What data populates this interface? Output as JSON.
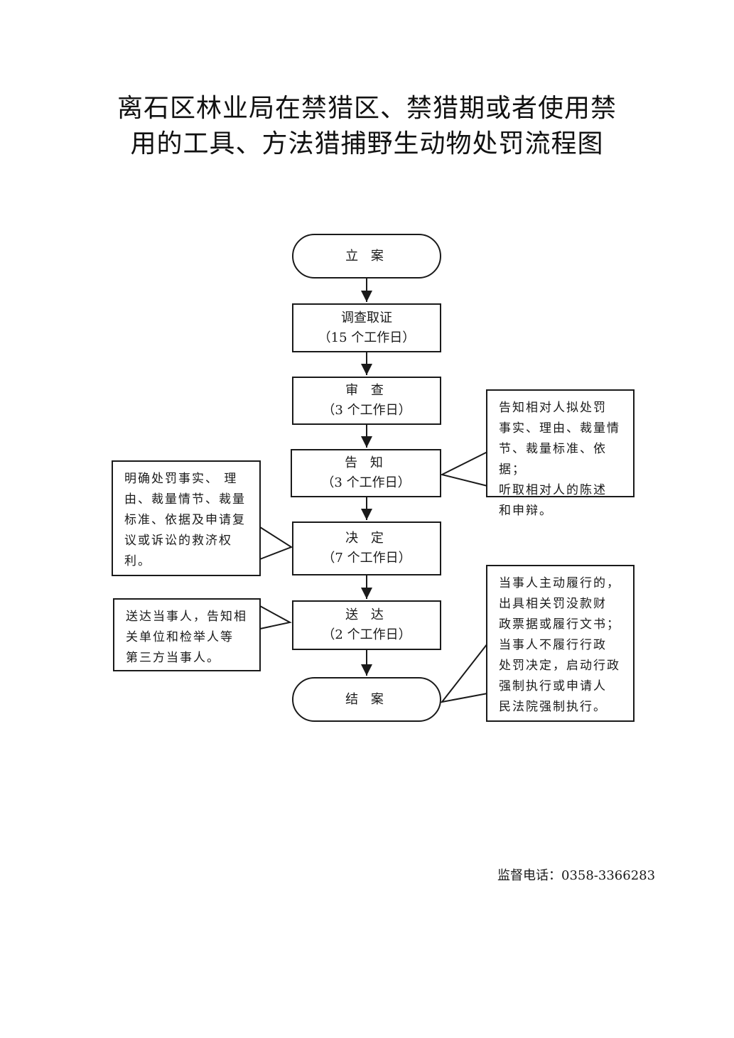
{
  "title": {
    "line1": "离石区林业局在禁猎区、禁猎期或者使用禁",
    "line2": "用的工具、方法猎捕野生动物处罚流程图"
  },
  "flow": {
    "start": "立 案",
    "investigate": {
      "label": "调查取证",
      "duration": "（15 个工作日）"
    },
    "review": {
      "label": "审 查",
      "duration": "（3 个工作日）"
    },
    "notify": {
      "label": "告 知",
      "duration": "（3 个工作日）"
    },
    "decide": {
      "label": "决 定",
      "duration": "（7 个工作日）"
    },
    "deliver": {
      "label": "送 达",
      "duration": "（2 个工作日）"
    },
    "end": "结 案"
  },
  "notes": {
    "notify_note": "告知相对人拟处罚\n事实、理由、裁量情\n节、裁量标准、依据；\n听取相对人的陈述\n和申辩。",
    "decide_note": "明确处罚事实、 理\n由、裁量情节、裁量\n标准、依据及申请复\n议或诉讼的救济权\n利。",
    "deliver_note": "送达当事人，告知相\n关单位和检举人等\n第三方当事人。",
    "end_note": "当事人主动履行的，\n出具相关罚没款财\n政票据或履行文书；\n当事人不履行行政\n处罚决定，启动行政\n强制执行或申请人\n民法院强制执行。"
  },
  "footer": {
    "phone": "监督电话：0358-3366283"
  }
}
